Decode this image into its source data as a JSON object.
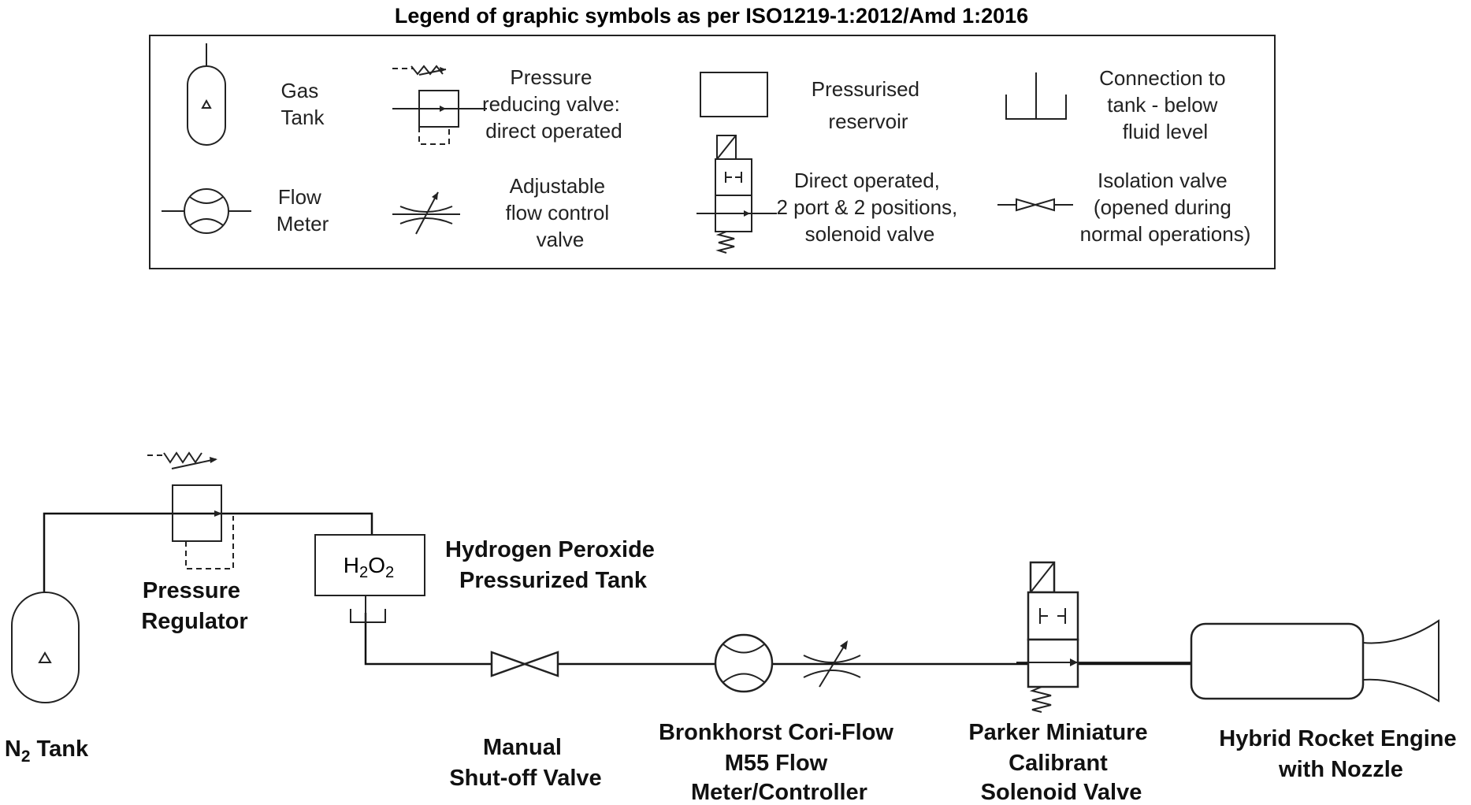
{
  "legend": {
    "title": "Legend of graphic symbols as per ISO1219-1:2012/Amd 1:2016",
    "items": [
      {
        "symbol": "gas-tank-icon",
        "lines": [
          "Gas",
          "Tank"
        ]
      },
      {
        "symbol": "pressure-reducing-valve-icon",
        "lines": [
          "Pressure",
          "reducing valve:",
          "direct operated"
        ]
      },
      {
        "symbol": "pressurised-reservoir-icon",
        "lines": [
          "Pressurised",
          "reservoir"
        ]
      },
      {
        "symbol": "tank-connection-icon",
        "lines": [
          "Connection to",
          "tank - below",
          "fluid level"
        ]
      },
      {
        "symbol": "flow-meter-icon",
        "lines": [
          "Flow",
          "Meter"
        ]
      },
      {
        "symbol": "adjustable-flow-control-valve-icon",
        "lines": [
          "Adjustable",
          "flow control",
          "valve"
        ]
      },
      {
        "symbol": "solenoid-valve-icon",
        "lines": [
          "Direct operated,",
          "2 port & 2 positions,",
          "solenoid valve"
        ]
      },
      {
        "symbol": "isolation-valve-icon",
        "lines": [
          "Isolation valve",
          "(opened during",
          "normal operations)"
        ]
      }
    ]
  },
  "components": {
    "n2_tank": {
      "main": "N",
      "sub": "2",
      "rest": " Tank"
    },
    "pressure_regulator": [
      "Pressure",
      "Regulator"
    ],
    "h2o2_tank_symbol": {
      "a": "H",
      "sub1": "2",
      "b": "O",
      "sub2": "2"
    },
    "h2o2_tank": [
      "Hydrogen Peroxide",
      "Pressurized Tank"
    ],
    "manual_valve": [
      "Manual",
      "Shut-off Valve"
    ],
    "flow_meter": [
      "Bronkhorst Cori-Flow",
      "M55 Flow",
      "Meter/Controller"
    ],
    "solenoid_valve": [
      "Parker Miniature",
      "Calibrant",
      "Solenoid Valve"
    ],
    "engine": [
      "Hybrid Rocket Engine",
      "with Nozzle"
    ]
  }
}
